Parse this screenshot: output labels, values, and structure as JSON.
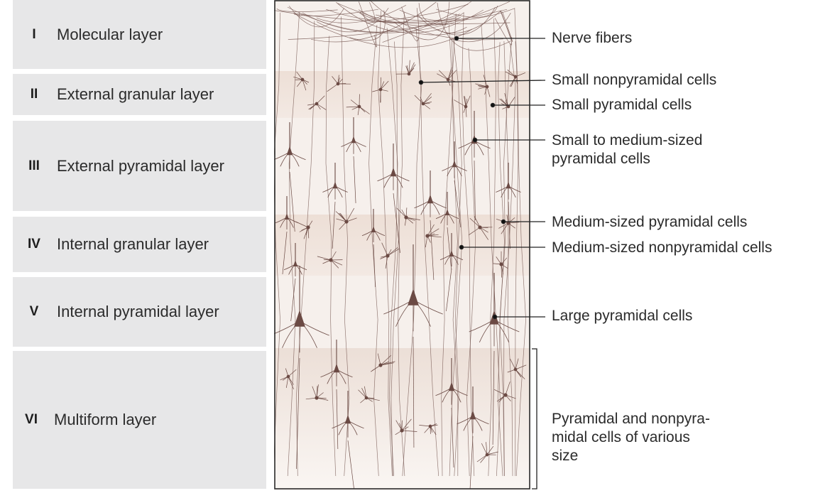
{
  "layers": [
    {
      "numeral": "I",
      "name": "Molecular layer"
    },
    {
      "numeral": "II",
      "name": "External granular layer"
    },
    {
      "numeral": "III",
      "name": "External pyramidal layer"
    },
    {
      "numeral": "IV",
      "name": "Internal granular layer"
    },
    {
      "numeral": "V",
      "name": "Internal pyramidal layer"
    },
    {
      "numeral": "VI",
      "name": "Multiform layer"
    }
  ],
  "callouts": [
    {
      "text": "Nerve fibers"
    },
    {
      "text": "Small nonpyramidal cells"
    },
    {
      "text": "Small pyramidal cells"
    },
    {
      "line1": "Small to medium-sized",
      "line2": "pyramidal cells"
    },
    {
      "text": "Medium-sized pyramidal cells"
    },
    {
      "text": "Medium-sized nonpyramidal cells"
    },
    {
      "text": "Large pyramidal cells"
    },
    {
      "line1": "Pyramidal and nonpyra-",
      "line2": "midal cells of various",
      "line3": "size"
    }
  ],
  "colors": {
    "panel_gray": "#e7e7e8",
    "tissue_light": "#f6f0ec",
    "tissue_band": "#eadbd2",
    "neuron": "#6b4a44",
    "line": "#222222"
  }
}
